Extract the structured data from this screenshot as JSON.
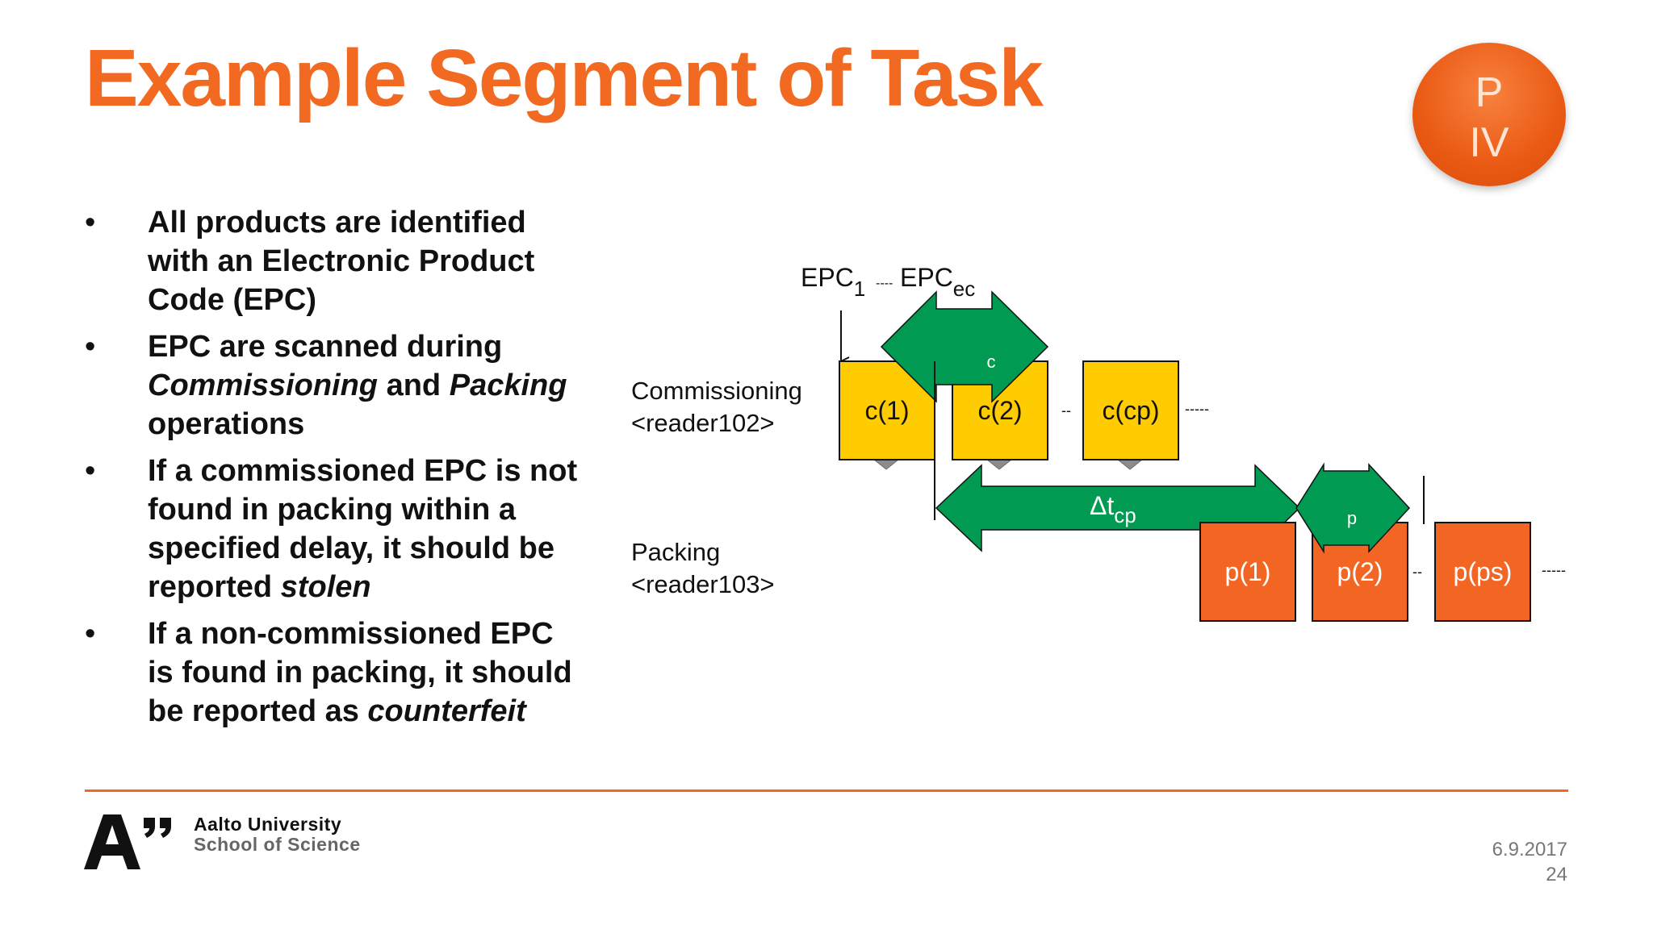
{
  "slide": {
    "title": "Example Segment of Task",
    "badge": {
      "line1": "P",
      "line2": "IV"
    },
    "bullets": [
      [
        {
          "text": "All products are identified with an Electronic Product Code (EPC)"
        }
      ],
      [
        {
          "text": "EPC are scanned during "
        },
        {
          "text": "Commissioning",
          "italic": true
        },
        {
          "text": " and "
        },
        {
          "text": "Packing",
          "italic": true
        },
        {
          "text": " operations"
        }
      ],
      [
        {
          "text": "If a commissioned EPC is not found in packing within a specified delay, it should be reported "
        },
        {
          "text": "stolen",
          "italic": true
        }
      ],
      [
        {
          "text": "If a non-commissioned EPC is found in packing, it should be reported as "
        },
        {
          "text": "counterfeit",
          "italic": true
        }
      ]
    ],
    "bullet_symbol": "•"
  },
  "diagram": {
    "epc_first": {
      "base": "EPC",
      "sub": "1"
    },
    "epc_separator": "----",
    "epc_last": {
      "base": "EPC",
      "sub": "ec"
    },
    "commissioning_label": "Commissioning",
    "commissioning_reader": "<reader102>",
    "packing_label": "Packing",
    "packing_reader": "<reader103>",
    "commissioning_boxes": [
      "c(1)",
      "c(2)",
      "c(cp)"
    ],
    "packing_boxes": [
      "p(1)",
      "p(2)",
      "p(ps)"
    ],
    "gap_short": "--",
    "gap_long": "-----",
    "delta_c_label": "c",
    "delta_cp": {
      "base": "Δt",
      "sub": "cp"
    },
    "delta_p_label": "p",
    "colors": {
      "yellow": "#fecc00",
      "orange": "#f26522",
      "green": "#009a53",
      "gray": "#8c8c8c"
    }
  },
  "footer": {
    "university": "Aalto University",
    "school": "School of Science",
    "date": "6.9.2017",
    "page": "24"
  }
}
